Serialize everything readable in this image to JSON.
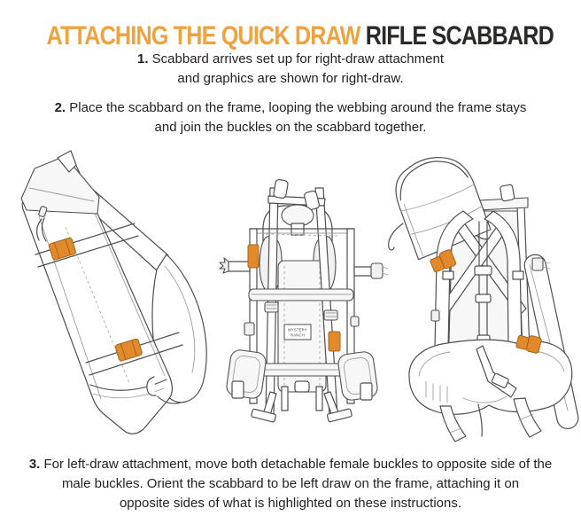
{
  "title": {
    "accent": "ATTACHING THE QUICK DRAW",
    "main": "RIFLE SCABBARD"
  },
  "steps": {
    "step1": {
      "number": "1.",
      "line1": "Scabbard arrives set up for right-draw attachment",
      "line2": "and graphics are shown for right-draw."
    },
    "step2": {
      "number": "2.",
      "line1": "Place the scabbard on the frame, looping the webbing around the frame stays",
      "line2": "and join the buckles on the scabbard together."
    },
    "step3": {
      "number": "3.",
      "line1": "For left-draw attachment, move both detachable female buckles to opposite side of the",
      "line2": "male buckles. Orient the scabbard to be left draw on the frame, attaching it on",
      "line3": "opposite sides of what is highlighted on these instructions."
    }
  },
  "illustrations": {
    "frame_front": {
      "brand_line1": "MYSTERY",
      "brand_line2": "RANCH"
    }
  },
  "colors": {
    "accent_orange": "#F0A23E",
    "highlight_orange": "#E1892B",
    "text_dark": "#231F20"
  }
}
